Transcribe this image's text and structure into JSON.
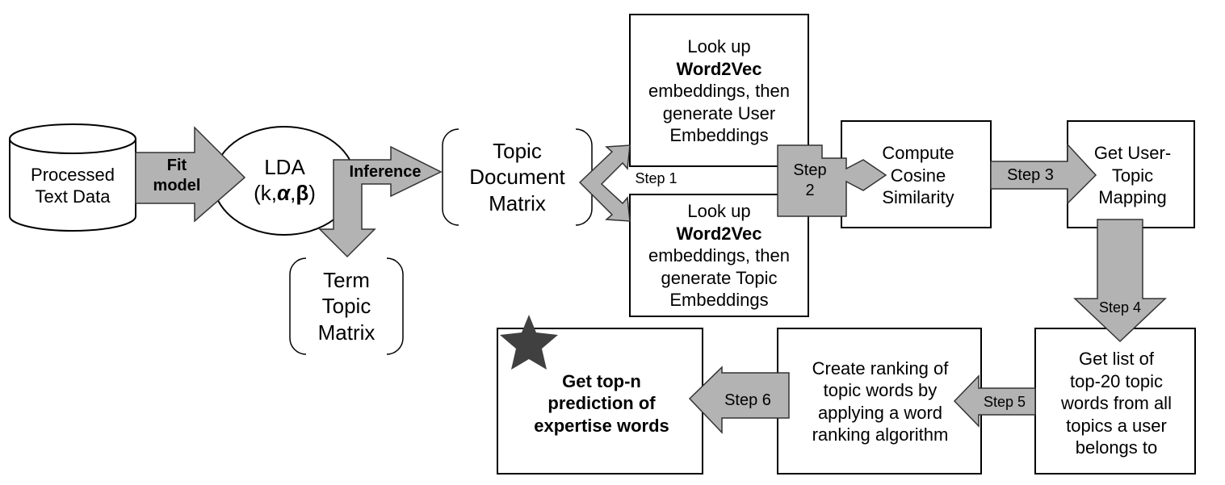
{
  "nodes": {
    "processed_text": {
      "lines": [
        "Processed",
        "Text Data"
      ]
    },
    "lda": {
      "line1": "LDA",
      "line2_pre": "(k,",
      "alpha": "α",
      "comma": ",",
      "beta": "β",
      "line2_post": ")"
    },
    "topic_doc": {
      "lines": [
        "Topic",
        "Document",
        "Matrix"
      ]
    },
    "term_topic": {
      "lines": [
        "Term",
        "Topic",
        "Matrix"
      ]
    },
    "user_emb": {
      "line1": "Look up",
      "bold": "Word2Vec",
      "line3": "embeddings, then",
      "line4": "generate User",
      "line5": "Embeddings"
    },
    "topic_emb": {
      "line1": "Look up",
      "bold": "Word2Vec",
      "line3": "embeddings, then",
      "line4": "generate Topic",
      "line5": "Embeddings"
    },
    "cosine": {
      "lines": [
        "Compute",
        "Cosine",
        "Similarity"
      ]
    },
    "user_topic": {
      "lines": [
        "Get User-",
        "Topic",
        "Mapping"
      ]
    },
    "topic_list": {
      "lines": [
        "Get list of",
        "top-20 topic",
        "words from all",
        "topics a user",
        "belongs to"
      ]
    },
    "ranking": {
      "lines": [
        "Create ranking of",
        "topic words by",
        "applying a word",
        "ranking algorithm"
      ]
    },
    "prediction": {
      "lines": [
        "Get top-n",
        "prediction of",
        "expertise words"
      ]
    }
  },
  "edges": {
    "fit_model": {
      "lines": [
        "Fit",
        "model"
      ]
    },
    "inference": "Inference",
    "step1": "Step 1",
    "step2": {
      "lines": [
        "Step",
        "2"
      ]
    },
    "step3": "Step 3",
    "step4": "Step 4",
    "step5": "Step 5",
    "step6": "Step 6"
  },
  "colors": {
    "arrow_fill": "#b3b3b3",
    "arrow_stroke": "#333333",
    "star": "#404040",
    "box_stroke": "#000000"
  },
  "icons": {
    "star": "star-icon"
  }
}
